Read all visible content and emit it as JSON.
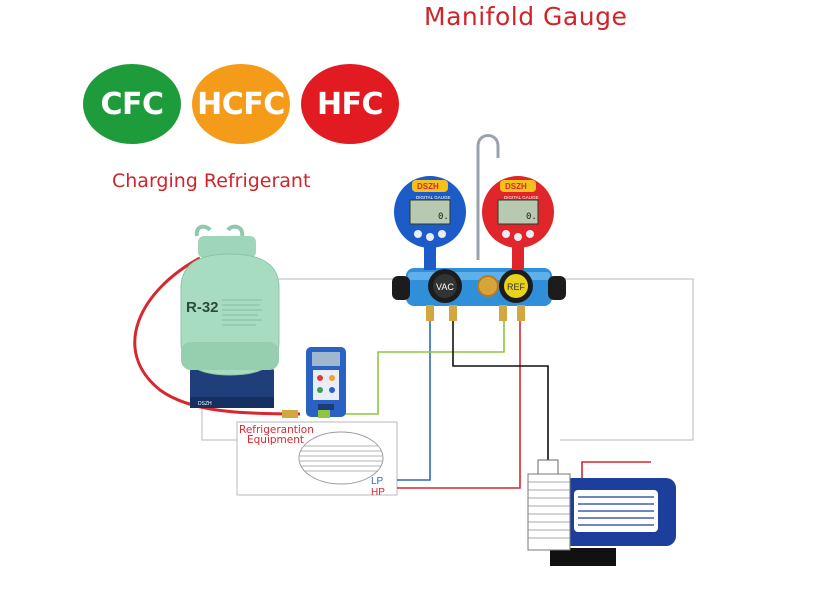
{
  "title": "Manifold Gauge",
  "subtitle": "Charging Refrigerant",
  "badges": [
    {
      "label": "CFC",
      "color": "#1e9b3a"
    },
    {
      "label": "HCFC",
      "color": "#f49b1a"
    },
    {
      "label": "HFC",
      "color": "#e21b22"
    }
  ],
  "equipment": {
    "label_line1": "Refrigerantion",
    "label_line2": "Equipment",
    "lp_label": "LP",
    "hp_label": "HP"
  },
  "cylinder": {
    "label": "R-32",
    "brand": "DSZH"
  },
  "manifold": {
    "left_gauge_brand": "DSZH",
    "right_gauge_brand": "DSZH",
    "left_gauge_sub": "DIGITAL GAUGE",
    "right_gauge_sub": "DIGITAL GAUGE",
    "left_readout": "0.",
    "right_readout": "0.",
    "vac_knob": "VAC",
    "ref_knob": "REF"
  },
  "colors": {
    "red_hose": "#d9272e",
    "blue_line": "#2b6cb0",
    "green_line": "#8dc63f",
    "black_line": "#111111",
    "gauge_blue": "#1d5cc8",
    "gauge_red": "#e0262b",
    "manifold_blue": "#2f8fd8",
    "cylinder_green": "#a8dcc0",
    "pump_blue": "#1c3f9c"
  }
}
